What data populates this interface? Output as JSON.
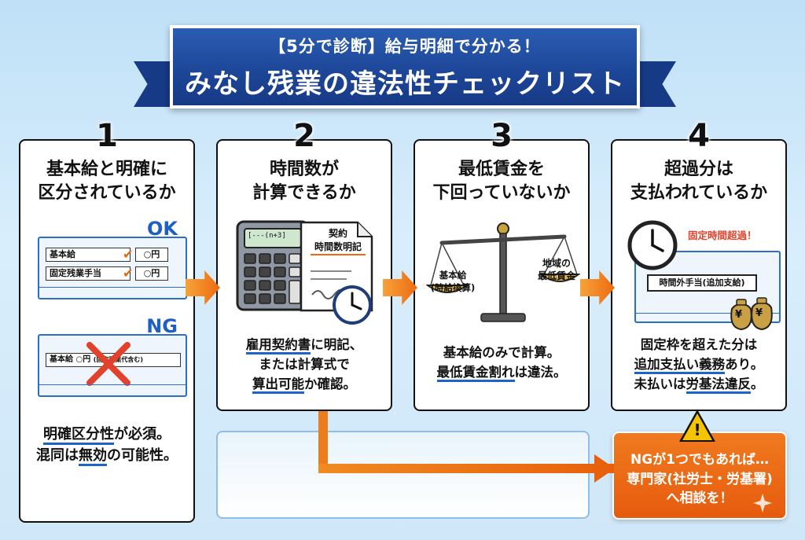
{
  "banner": {
    "subtitle": "【5分で診断】給与明細で分かる！",
    "title": "みなし残業の違法性チェックリスト"
  },
  "steps": [
    {
      "number": "1",
      "title_line1": "基本給と明確に",
      "title_line2": "区分されているか",
      "ok_label": "OK",
      "ng_label": "NG",
      "ok_rows": [
        {
          "label": "基本給",
          "value": "○円"
        },
        {
          "label": "固定残業手当",
          "value": "○円"
        }
      ],
      "ng_row": {
        "label": "基本給",
        "value": "○円",
        "note": "(固定残業代含む)"
      },
      "desc_line1_a": "明確区分性",
      "desc_line1_b": "が必須。",
      "desc_line2_a": "混同は",
      "desc_line2_b": "無効",
      "desc_line2_c": "の可能性。"
    },
    {
      "number": "2",
      "title_line1": "時間数が",
      "title_line2": "計算できるか",
      "calc_display": "[---(n+3]",
      "doc_line1": "契約",
      "doc_line2": "時間数明記",
      "desc_line1_a": "雇用契約書",
      "desc_line1_b": "に明記、",
      "desc_line2": "または計算式で",
      "desc_line3_a": "算出可能",
      "desc_line3_b": "か確認。"
    },
    {
      "number": "3",
      "title_line1": "最低賃金を",
      "title_line2": "下回っていないか",
      "scale_left_line1": "基本給",
      "scale_left_line2": "(時給換算)",
      "scale_right_line1": "地域の",
      "scale_right_line2": "最低賃金",
      "desc_line1": "基本給のみで計算。",
      "desc_line2_a": "最低賃金割れ",
      "desc_line2_b": "は違法。"
    },
    {
      "number": "4",
      "title_line1": "超過分は",
      "title_line2": "支払われているか",
      "over_label": "固定時間超過！",
      "allowance_label": "時間外手当(追加支給)",
      "coin_symbol": "¥",
      "desc_line1": "固定枠を超えた分は",
      "desc_line2_a": "追加支払い義務",
      "desc_line2_b": "あり。",
      "desc_line3_a": "未払いは",
      "desc_line3_b": "労基法違反",
      "desc_line3_c": "。"
    }
  ],
  "alert": {
    "line1": "NGが1つでもあれば…",
    "line2": "専門家(社労士・労基署)",
    "line3": "へ相談を！",
    "warn_symbol": "!"
  },
  "colors": {
    "banner_blue": "#1d4596",
    "accent_orange": "#ec6b10",
    "ok_blue": "#1d5fc2",
    "ng_red": "#e2412b"
  },
  "icons": [
    "calculator-icon",
    "document-icon",
    "clock-icon",
    "scale-icon",
    "money-bag-icon",
    "warning-icon",
    "check-icon",
    "cross-icon",
    "sparkle-icon"
  ]
}
